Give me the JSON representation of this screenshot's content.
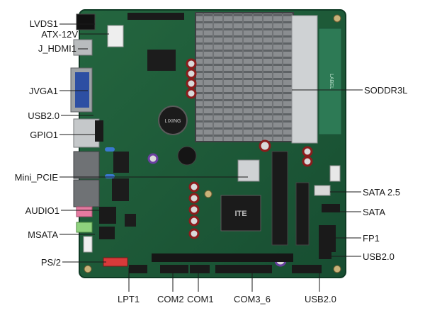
{
  "labels": {
    "lvds1": "LVDS1",
    "atx12v": "ATX-12V",
    "jhdmi1": "J_HDMI1",
    "jvga1": "JVGA1",
    "usb20_left": "USB2.0",
    "gpio1": "GPIO1",
    "mini_pcie": "Mini_PCIE",
    "audio1": "AUDIO1",
    "msata": "MSATA",
    "ps2": "PS/2",
    "soddr3l": "SODDR3L",
    "sata25": "SATA 2.5",
    "sata": "SATA",
    "fp1": "FP1",
    "usb20_right": "USB2.0",
    "lpt1": "LPT1",
    "com2": "COM2",
    "com1": "COM1",
    "com3_6": "COM3_6",
    "usb20_bottom": "USB2.0"
  },
  "board": {
    "chip_logo": "ITE",
    "battery_text": "LIXING",
    "dimm_label": "LABEL"
  },
  "colors": {
    "pcb": "#1f5c3c",
    "pcb_dark": "#123f28",
    "heatsink": "#8c8f92",
    "line": "#1a1a1a"
  }
}
